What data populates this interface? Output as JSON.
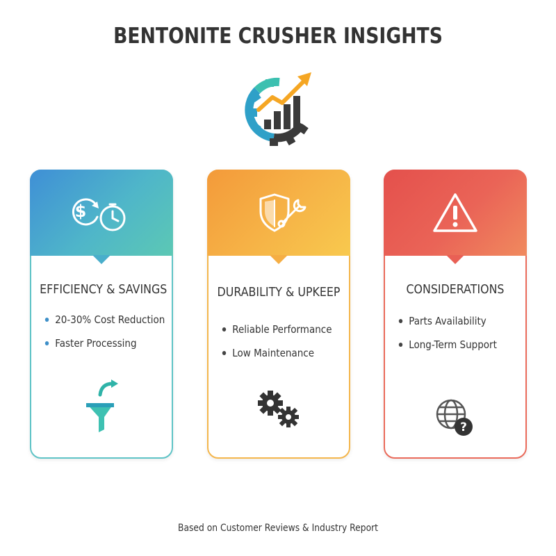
{
  "title": "BENTONITE CRUSHER INSIGHTS",
  "hero": {
    "icon": "gear-growth-chart-icon"
  },
  "colors": {
    "blue_accent": "#4aa6cc",
    "orange_accent": "#f5ae44",
    "red_accent": "#e96055",
    "text": "#333333"
  },
  "cards": [
    {
      "title": "EFFICIENCY & SAVINGS",
      "header_icon": "dollar-stopwatch-icon",
      "items": [
        "20-30% Cost Reduction",
        "Faster Processing"
      ],
      "footer_icon": "funnel-arrow-icon"
    },
    {
      "title": "DURABILITY & UPKEEP",
      "header_icon": "shield-wrench-icon",
      "items": [
        "Reliable Performance",
        "Low Maintenance"
      ],
      "footer_icon": "gears-icon"
    },
    {
      "title": "CONSIDERATIONS",
      "header_icon": "warning-triangle-icon",
      "items": [
        "Parts Availability",
        "Long-Term Support"
      ],
      "footer_icon": "globe-question-icon"
    }
  ],
  "footer": "Based on Customer Reviews & Industry Report"
}
